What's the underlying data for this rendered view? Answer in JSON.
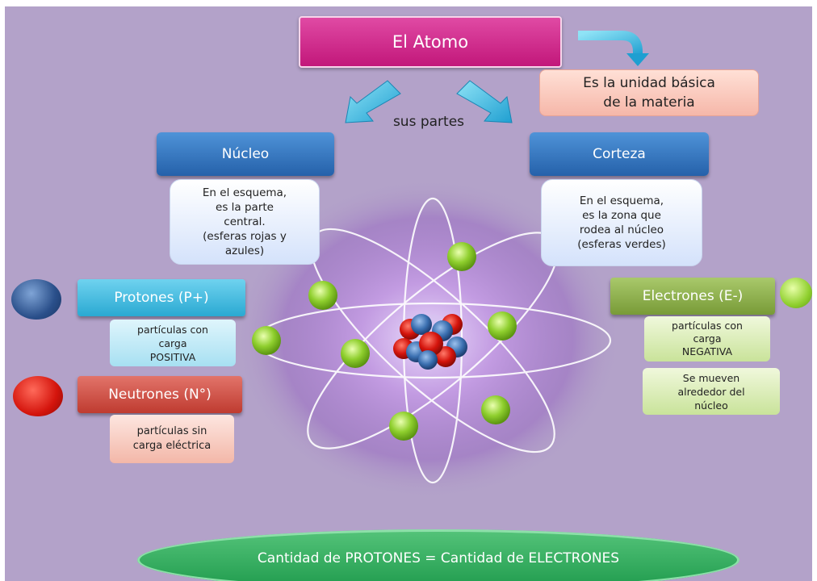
{
  "title": "El  Atomo",
  "definition": [
    "Es la unidad básica",
    "de la materia"
  ],
  "sus_partes": "sus  partes",
  "nucleo": {
    "label": "Núcleo",
    "description": [
      "En el esquema,",
      "es la parte",
      "central.",
      "(esferas rojas y",
      "azules)"
    ]
  },
  "corteza": {
    "label": "Corteza",
    "description": [
      "En el esquema,",
      "es la zona que",
      "rodea al núcleo",
      "(esferas verdes)"
    ]
  },
  "protones": {
    "label": "Protones  (P+)",
    "description": [
      "partículas con",
      "carga",
      "POSITIVA"
    ]
  },
  "neutrones": {
    "label": "Neutrones (N°)",
    "description": [
      "partículas sin",
      "carga eléctrica"
    ]
  },
  "electrones": {
    "label": "Electrones (E-)",
    "description": [
      "partículas con",
      "carga",
      "NEGATIVA"
    ],
    "movement": [
      "Se mueven",
      "alrededor del",
      "núcleo"
    ]
  },
  "formula": "Cantidad de PROTONES  =  Cantidad de  ELECTRONES",
  "colors": {
    "background": "#b3a2c9",
    "title": "#d12a8c",
    "nucleus_proton": "#d4140c",
    "nucleus_blue": "#3a6fb0",
    "electron": "#8fcf2e",
    "orbit": "#ffffff"
  },
  "icons": [
    "arrow-curved-icon",
    "arrow-down-left-icon",
    "arrow-down-right-icon",
    "blue-sphere-icon",
    "red-sphere-icon",
    "green-sphere-icon",
    "atom-model-icon"
  ]
}
